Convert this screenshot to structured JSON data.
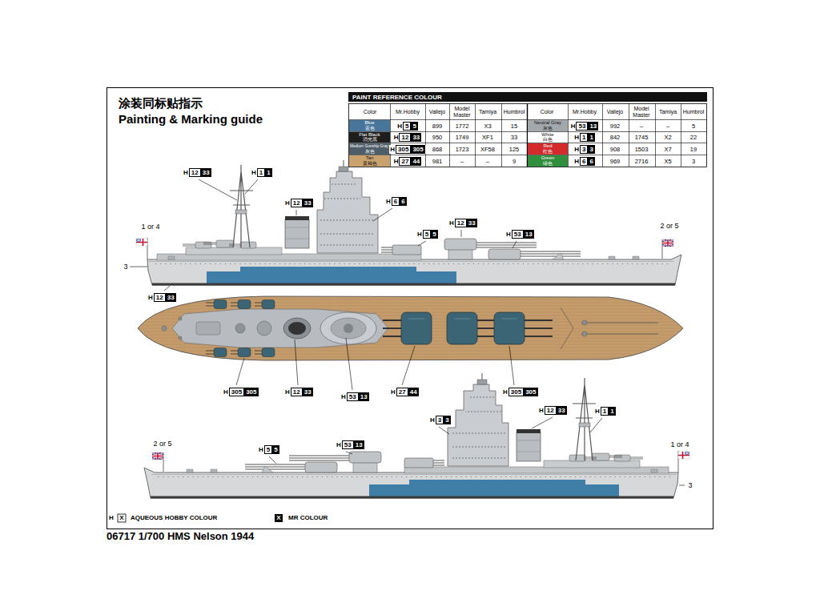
{
  "diagram": {
    "title": "涂装同标贴指示",
    "caption": "06717 1/700 HMS Nelson 1944",
    "nodes": [
      {
        "text": [
          "Blue",
          "蓝色"
        ]
      },
      {
        "text": [
          "H",
          "5",
          "5"
        ]
      },
      {
        "text": [
          "Neutral Gray",
          "灰色"
        ]
      },
      {
        "text": [
          "H",
          "53",
          "13"
        ]
      },
      {
        "text": [
          "Flat Black",
          "消光黑"
        ]
      },
      {
        "text": [
          "H",
          "12",
          "33"
        ]
      },
      {
        "text": [
          "White",
          "白色"
        ]
      },
      {
        "text": [
          "H",
          "1",
          "1"
        ]
      },
      {
        "text": [
          "Medium Gunship Gray",
          "灰色"
        ]
      },
      {
        "text": [
          "H",
          "305",
          "305"
        ]
      },
      {
        "text": [
          "Red",
          "红色"
        ]
      },
      {
        "text": [
          "H",
          "3",
          "3"
        ]
      },
      {
        "text": [
          "Tan",
          "黄褐色"
        ]
      },
      {
        "text": [
          "H",
          "27",
          "44"
        ]
      },
      {
        "text": [
          "Green",
          "绿色"
        ]
      },
      {
        "text": [
          "H",
          "6",
          "6"
        ]
      },
      {
        "text": [
          "H",
          "12",
          "33"
        ]
      },
      {
        "text": [
          "H",
          "1",
          "1"
        ]
      },
      {
        "text": [
          "H",
          "12",
          "33"
        ]
      },
      {
        "text": [
          "H",
          "6",
          "6"
        ]
      },
      {
        "text": [
          "H",
          "12",
          "33"
        ]
      },
      {
        "text": [
          "H",
          "5",
          "5"
        ]
      },
      {
        "text": [
          "H",
          "53",
          "13"
        ]
      },
      {
        "text": [
          "H",
          "12",
          "33"
        ]
      },
      {
        "text": [
          "H",
          "305",
          "305"
        ]
      },
      {
        "text": [
          "H",
          "12",
          "33"
        ]
      },
      {
        "text": [
          "H",
          "53",
          "13"
        ]
      },
      {
        "text": [
          "H",
          "27",
          "44"
        ]
      },
      {
        "text": [
          "H",
          "305",
          "305"
        ]
      },
      {
        "text": [
          "H",
          "3",
          "3"
        ]
      },
      {
        "text": [
          "H",
          "12",
          "33"
        ]
      },
      {
        "text": [
          "H",
          "1",
          "1"
        ]
      },
      {
        "text": [
          "H",
          "5",
          "5"
        ]
      },
      {
        "text": [
          "H",
          "53",
          "13"
        ]
      }
    ],
    "labels": [
      "PAINT REFERENCE COLOUR",
      "Color",
      "Mr.Hobby",
      "Vallejo",
      "Model Master",
      "Tamiya",
      "Humbrol",
      "Color",
      "Mr.Hobby",
      "Vallejo",
      "Model Master",
      "Tamiya",
      "Humbrol",
      "899",
      "1772",
      "X3",
      "15",
      "992",
      "–",
      "–",
      "5",
      "950",
      "1749",
      "XF1",
      "33",
      "842",
      "1745",
      "X2",
      "22",
      "868",
      "1723",
      "XF58",
      "125",
      "908",
      "1503",
      "X7",
      "19",
      "981",
      "–",
      "–",
      "9",
      "969",
      "2716",
      "X5",
      "3",
      "Painting & Marking guide",
      "1 or 4",
      "2 or 5",
      "3",
      "2 or 5",
      "1 or 4",
      "3",
      "H",
      "X",
      "X"
    ],
    "legend": [
      {
        "text": "AQUEOUS HOBBY COLOUR"
      },
      {
        "text": "MR COLOUR"
      }
    ]
  }
}
